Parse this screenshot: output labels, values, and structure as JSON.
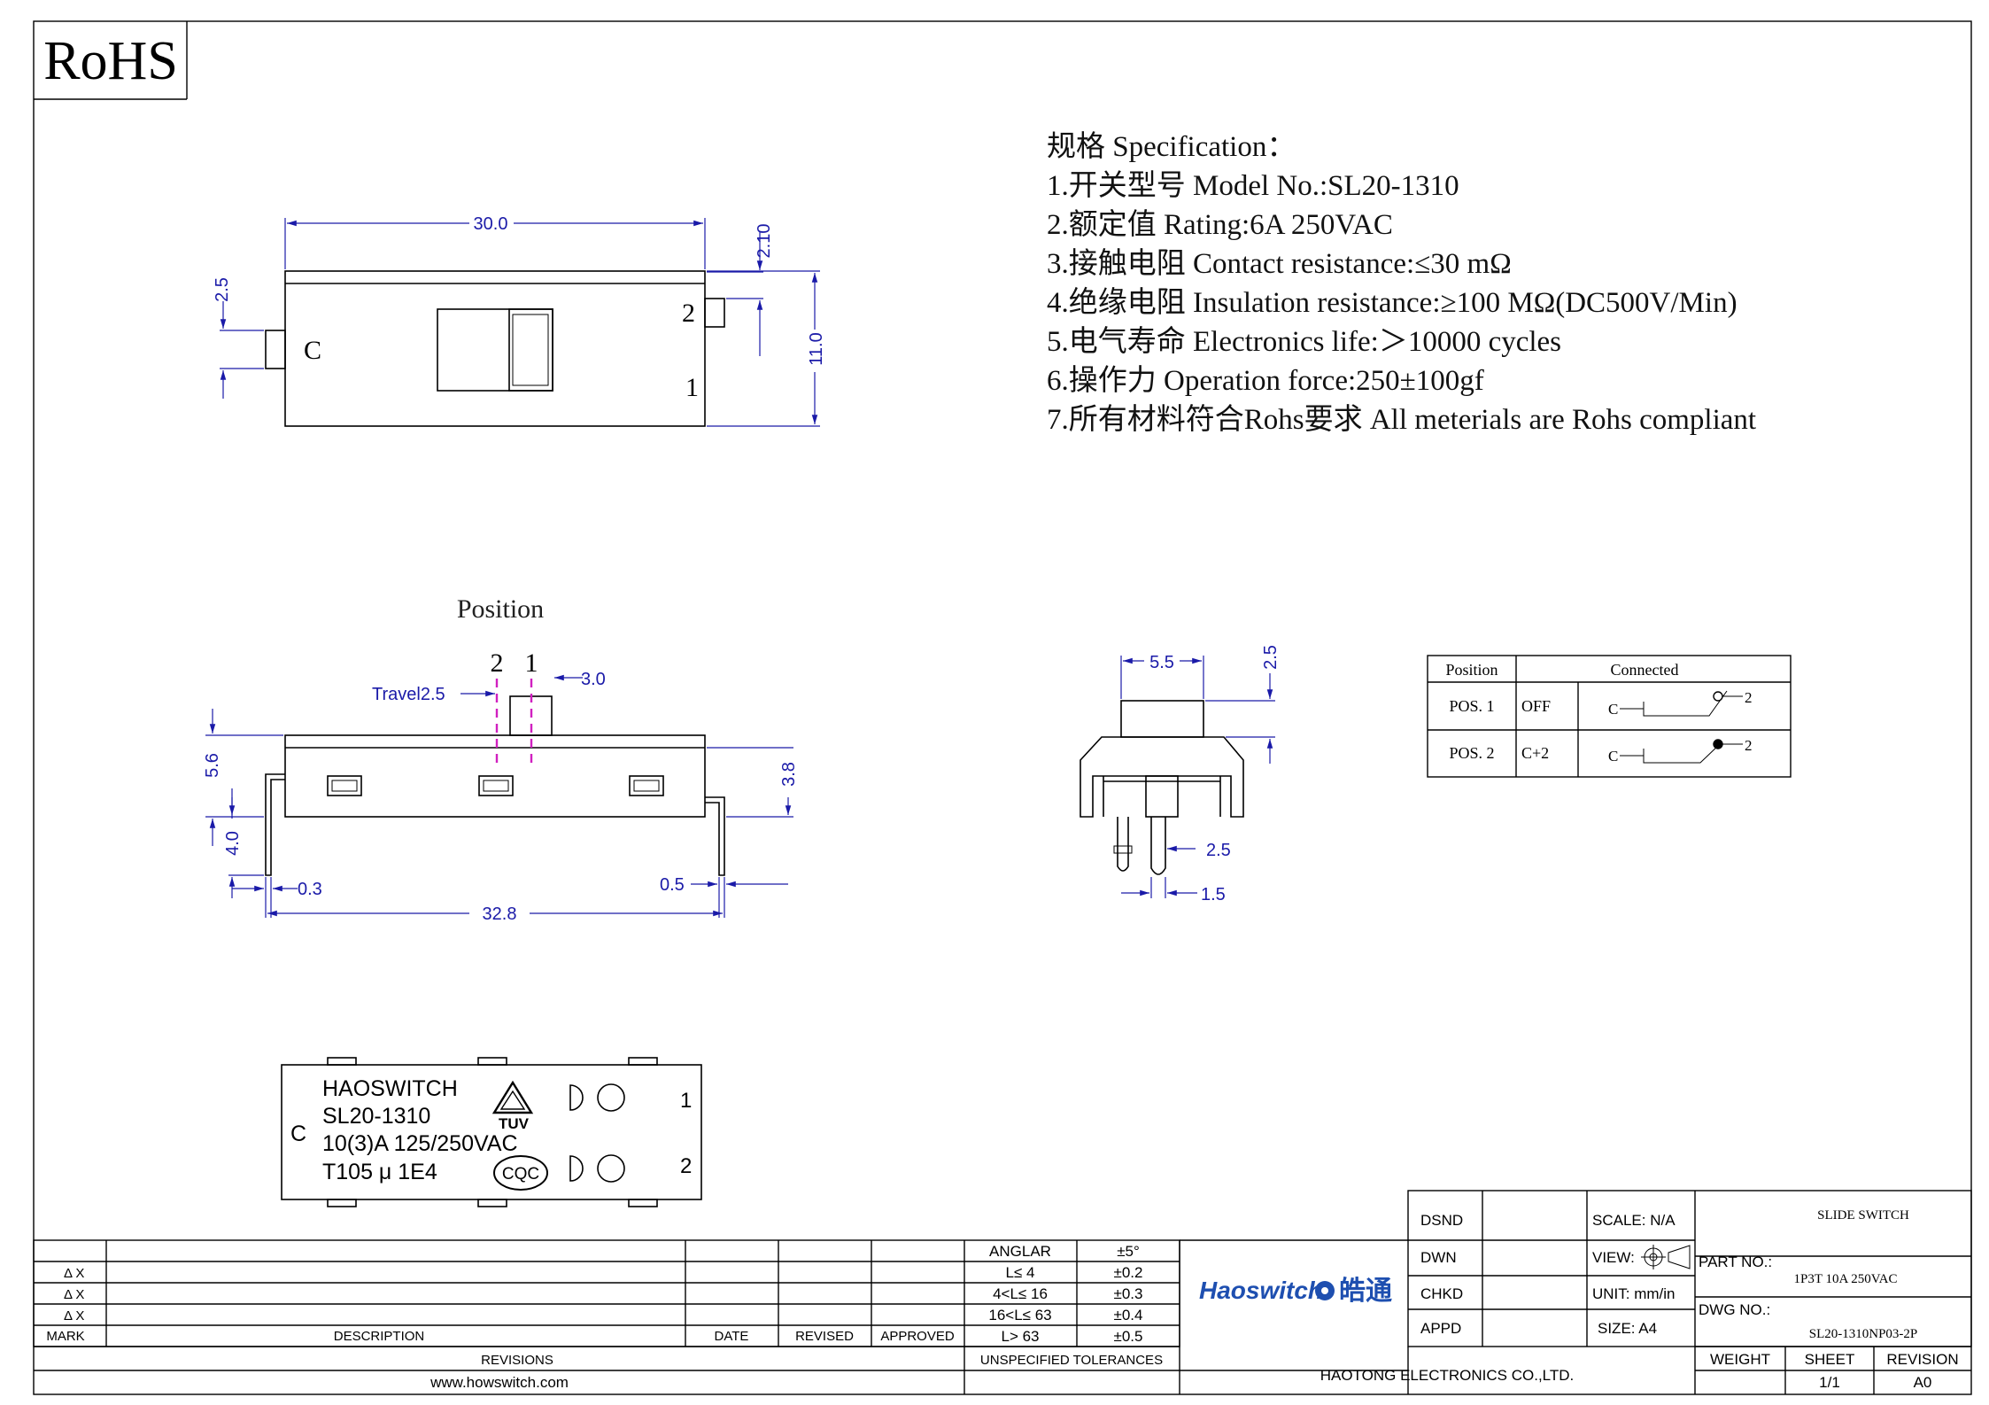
{
  "rohs_label": "RoHS",
  "spec": {
    "lines": [
      "规格 Specification：",
      "1.开关型号 Model No.:SL20-1310",
      "2.额定值 Rating:6A  250VAC",
      "3.接触电阻 Contact resistance:≤30 mΩ",
      "4.绝缘电阻 Insulation resistance:≥100 MΩ(DC500V/Min)",
      "5.电气寿命 Electronics life:＞10000 cycles",
      "6.操作力 Operation force:250±100gf",
      "7.所有材料符合Rohs要求 All meterials are Rohs compliant"
    ]
  },
  "top_view": {
    "dim_width": "30.0",
    "dim_left": "2.5",
    "dim_right_top": "2.10",
    "dim_height": "11.0",
    "label_c": "C",
    "label_2": "2",
    "label_1": "1"
  },
  "side_view": {
    "title": "Position",
    "pos_2": "2",
    "pos_1": "1",
    "travel": "Travel2.5",
    "dim_actuator": "3.0",
    "dim_56": "5.6",
    "dim_38": "3.8",
    "dim_40": "4.0",
    "dim_03": "0.3",
    "dim_05": "0.5",
    "dim_328": "32.8"
  },
  "end_view": {
    "dim_55": "5.5",
    "dim_25_top": "2.5",
    "dim_25_side": "2.5",
    "dim_15": "1.5"
  },
  "position_table": {
    "headers": [
      "Position",
      "Connected"
    ],
    "rows": [
      {
        "pos": "POS. 1",
        "state": "OFF",
        "c": "C",
        "n": "2"
      },
      {
        "pos": "POS. 2",
        "state": "C+2",
        "c": "C",
        "n": "2"
      }
    ]
  },
  "marking": {
    "brand": "HAOSWITCH",
    "model": "SL20-1310",
    "rating": "10(3)A  125/250VAC",
    "temp": "T105   μ   1E4",
    "tuv": "TUV",
    "cqc": "CQC",
    "label_c": "C",
    "label_1": "1",
    "label_2": "2"
  },
  "title_block": {
    "revisions": {
      "delta_rows": [
        "Δ X",
        "Δ X",
        "Δ X"
      ],
      "col_mark": "MARK",
      "col_description": "DESCRIPTION",
      "col_date": "DATE",
      "col_revised": "REVISED",
      "col_approved": "APPROVED",
      "caption": "REVISIONS"
    },
    "tolerances": {
      "rows": [
        {
          "range": "ANGLAR",
          "tol": "±5°"
        },
        {
          "range": "L≤  4",
          "tol": "±0.2"
        },
        {
          "range": "4<L≤  16",
          "tol": "±0.3"
        },
        {
          "range": "16<L≤  63",
          "tol": "±0.4"
        },
        {
          "range": "L>  63",
          "tol": "±0.5"
        }
      ],
      "caption": "UNSPECIFIED TOLERANCES"
    },
    "website": "www.howswitch.com",
    "logo_text": "Haoswitch",
    "logo_cn": "皓通",
    "company": "HAOTONG ELECTRONICS CO.,LTD.",
    "dsnd": "DSND",
    "dwn": "DWN",
    "chkd": "CHKD",
    "appd": "APPD",
    "scale": "SCALE: N/A",
    "view": "VIEW:",
    "unit": "UNIT: mm/in",
    "size": "SIZE: A4",
    "title": "SLIDE SWITCH",
    "part_no_label": "PART NO.:",
    "part_no": "1P3T  10A  250VAC",
    "dwg_no_label": "DWG NO.:",
    "dwg_no": "SL20-1310NP03-2P",
    "weight": "WEIGHT",
    "sheet": "SHEET",
    "revision": "REVISION",
    "sheet_val": "1/1",
    "revision_val": "A0"
  }
}
